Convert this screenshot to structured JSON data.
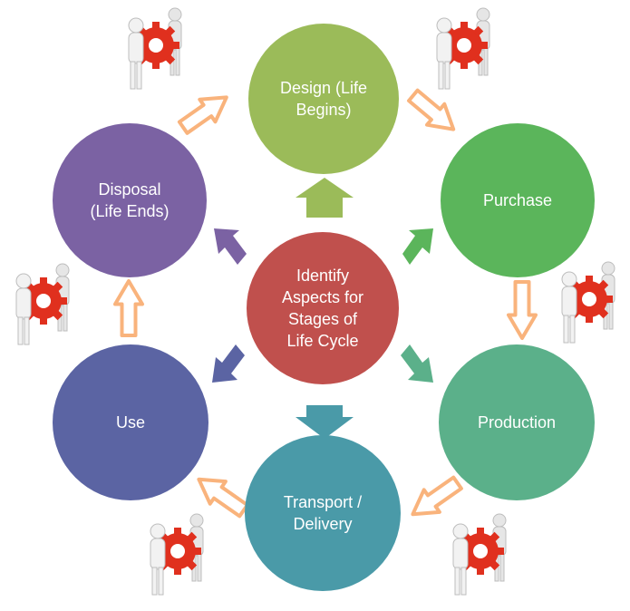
{
  "center": {
    "label": "Identify\nAspects for\nStages of\nLife Cycle",
    "color": "#c0504d"
  },
  "stages": [
    {
      "id": "design",
      "label": "Design (Life\nBegins)",
      "color": "#9bbb59"
    },
    {
      "id": "purchase",
      "label": "Purchase",
      "color": "#5bb55b"
    },
    {
      "id": "production",
      "label": "Production",
      "color": "#5bb08a"
    },
    {
      "id": "transport",
      "label": "Transport /\nDelivery",
      "color": "#4a9aa8"
    },
    {
      "id": "use",
      "label": "Use",
      "color": "#5b64a3"
    },
    {
      "id": "disposal",
      "label": "Disposal\n(Life Ends)",
      "color": "#7b62a3"
    }
  ],
  "flow_arrow_color": "#f9b37c",
  "flow_arrow_stroke": "#f0904a",
  "figure_icon": "people-holding-red-gear-icon",
  "gear_color": "#e0301e"
}
